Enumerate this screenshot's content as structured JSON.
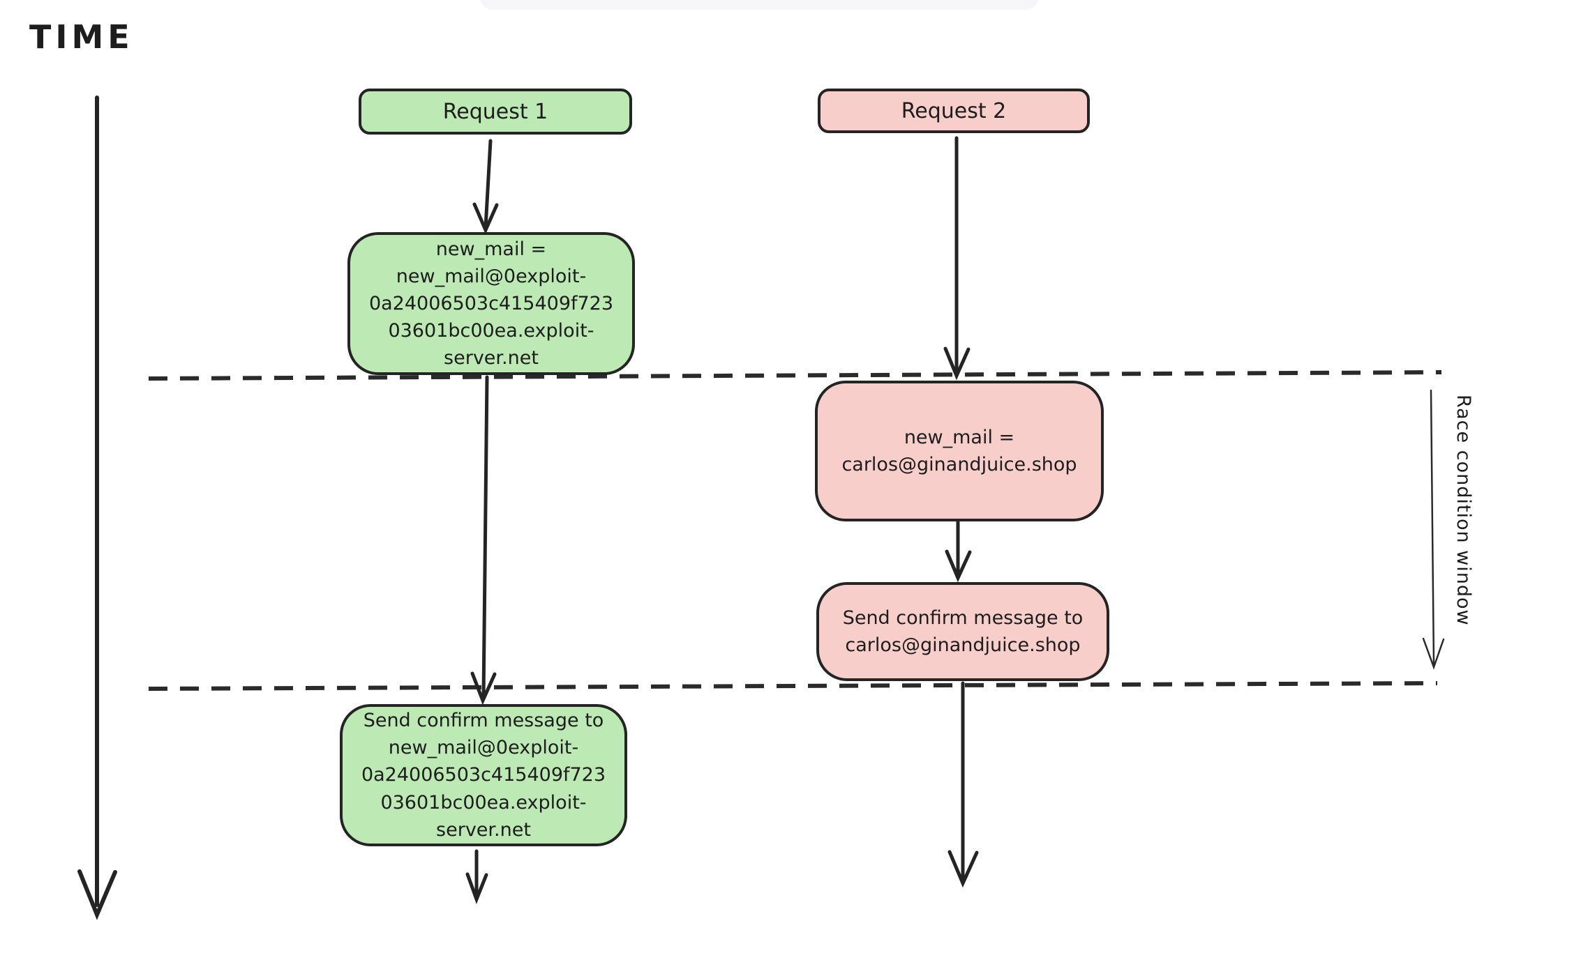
{
  "page": {
    "time_label": "TIME",
    "race_window_label": "Race condition window"
  },
  "colors": {
    "green_fill": "#bdeab4",
    "pink_fill": "#f8cecb",
    "stroke": "#242424",
    "background": "#ffffff"
  },
  "request1": {
    "header": "Request 1",
    "step1": "new_mail =\nnew_mail@0exploit-\n0a24006503c415409f723\n03601bc00ea.exploit-\nserver.net",
    "step2": "Send confirm message to\nnew_mail@0exploit-\n0a24006503c415409f723\n03601bc00ea.exploit-\nserver.net"
  },
  "request2": {
    "header": "Request 2",
    "step1": "new_mail =\ncarlos@ginandjuice.shop",
    "step2": "Send confirm message to\ncarlos@ginandjuice.shop"
  }
}
